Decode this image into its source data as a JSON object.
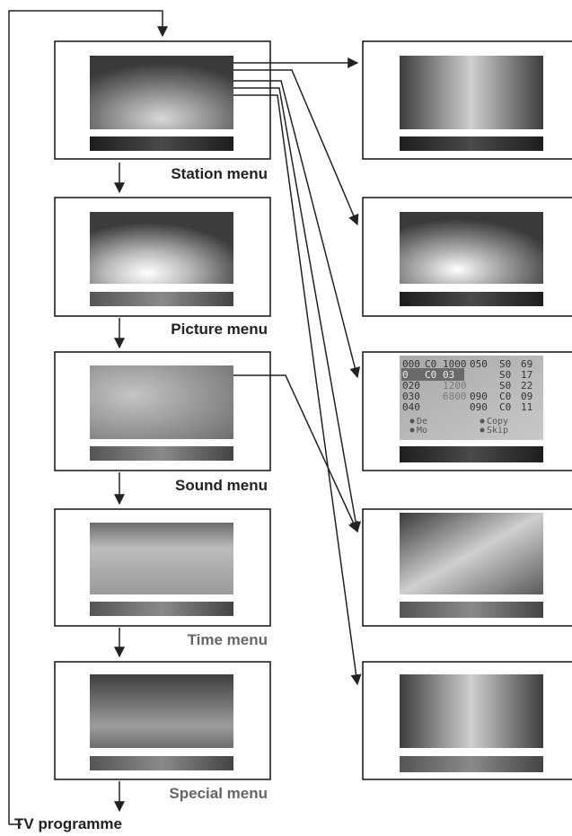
{
  "menus": {
    "station": "Station menu",
    "picture": "Picture menu",
    "sound": "Sound menu",
    "time": "Time menu",
    "special": "Special menu",
    "tv_programme": "TV programme"
  },
  "station_table": {
    "rows": [
      [
        "000",
        "C0",
        "1000",
        "050",
        "S0",
        "69"
      ],
      [
        "0",
        "C0",
        "03",
        "",
        "S0",
        "17"
      ],
      [
        "020",
        "",
        "1200",
        "",
        "S0",
        "22"
      ],
      [
        "030",
        "",
        "6800",
        "090",
        "C0",
        "09"
      ],
      [
        "040",
        "",
        "",
        "090",
        "C0",
        "11"
      ]
    ],
    "options": [
      "De",
      "Copy",
      "Mo",
      "Skip"
    ]
  },
  "colors": {
    "line": "#222222",
    "frame": "#111111"
  }
}
